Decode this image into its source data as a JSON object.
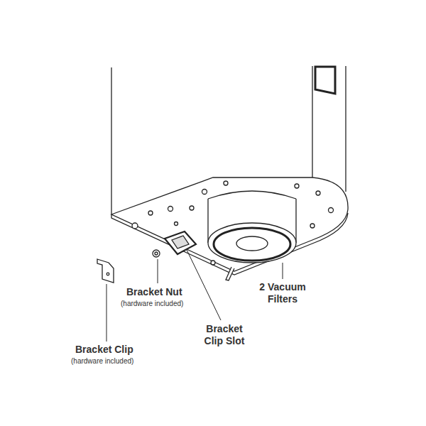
{
  "diagram": {
    "labels": [
      "Bracket Nut",
      "(hardware included)",
      "2 Vacuum Filters",
      "Bracket Clip Slot",
      "Bracket Clip",
      "(hardware included)"
    ]
  }
}
